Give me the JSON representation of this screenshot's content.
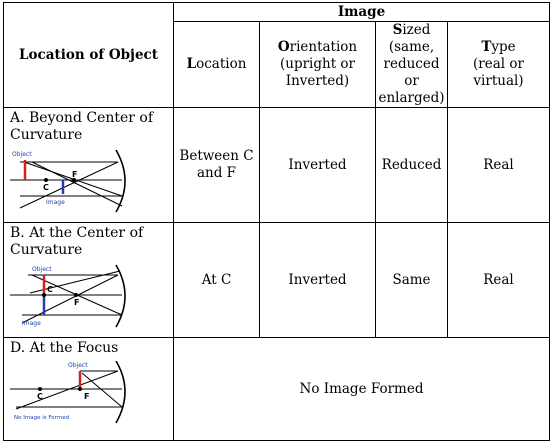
{
  "header": {
    "location_of_object": "Location of Object",
    "image": "Image",
    "location": {
      "lead": "L",
      "rest": "ocation"
    },
    "orientation": {
      "lead": "O",
      "rest": "rientation",
      "detail": "(upright or Inverted)"
    },
    "sized": {
      "lead": "S",
      "rest": "ized",
      "detail": "(same, reduced or enlarged)"
    },
    "type": {
      "lead": "T",
      "rest": "ype",
      "detail": "(real or virtual)"
    }
  },
  "rows": [
    {
      "object_location": "A. Beyond Center of Curvature",
      "diagram_labels": {
        "object": "Object",
        "c": "C",
        "f": "F",
        "image": "Image"
      },
      "location": "Between C and F",
      "orientation": "Inverted",
      "size": "Reduced",
      "type": "Real"
    },
    {
      "object_location": "B. At the Center of Curvature",
      "diagram_labels": {
        "object": "Object",
        "c": "C",
        "f": "F",
        "image": "Image"
      },
      "location": "At C",
      "orientation": "Inverted",
      "size": "Same",
      "type": "Real"
    },
    {
      "object_location": "D. At the Focus",
      "diagram_labels": {
        "object": "Object",
        "c": "C",
        "f": "F",
        "image": "No Image is Formed"
      },
      "result": "No Image Formed"
    }
  ],
  "colors": {
    "object": "#d62020",
    "image": "#1f3fb0",
    "labels": "#1f3fb0",
    "lines": "#000000"
  }
}
